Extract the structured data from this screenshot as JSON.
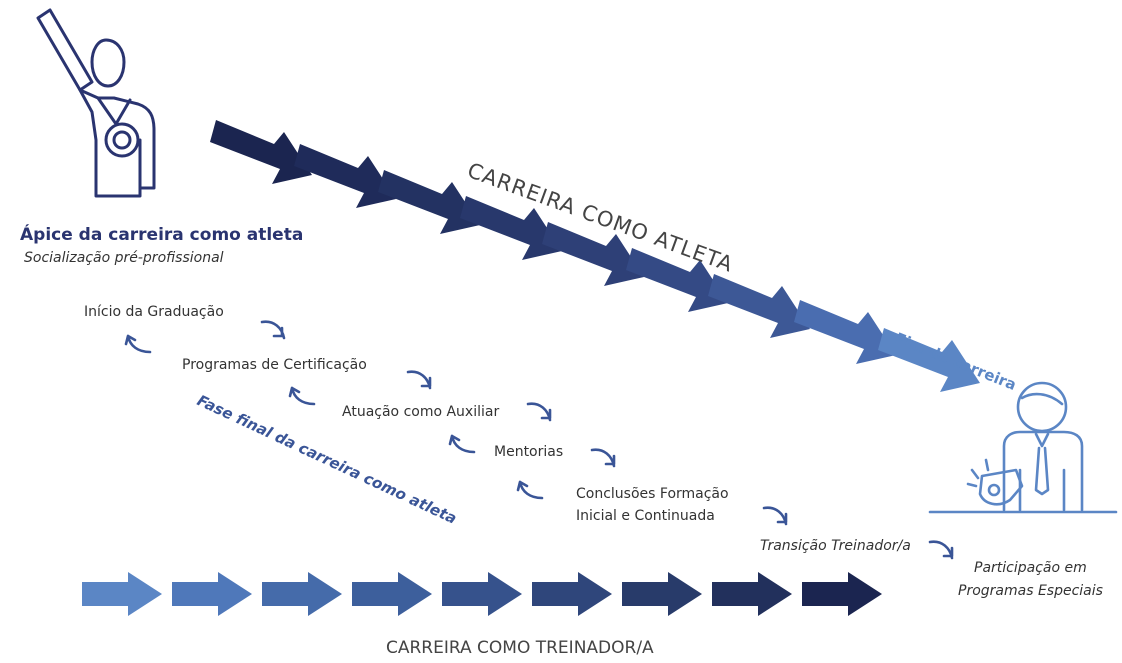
{
  "diagram": {
    "athlete": {
      "peak_title": "Ápice da carreira como atleta",
      "peak_subtitle": "Socialização pré-profissional"
    },
    "career_athlete_label": "CARREIRA COMO ATLETA",
    "career_end_label": "Fim da carreira",
    "final_phase_label": "Fase final da carreira como atleta",
    "coach_career_label": "CARREIRA COMO TREINADOR/A",
    "steps": [
      "Início da Graduação",
      "Programas de Certificação",
      "Atuação como Auxiliar",
      "Mentorias",
      "Conclusões Formação",
      "Inicial e Continuada"
    ],
    "transition_label": "Transição Treinador/a",
    "special_programs_line1": "Participação em",
    "special_programs_line2": "Programas Especiais"
  },
  "colors": {
    "dark_navy": "#1b2550",
    "mid_blue": "#3a5597",
    "light_blue": "#5b86c5",
    "text_gray": "#444444",
    "title_navy": "#2a3470"
  },
  "icons": [
    "athlete-medal-icon",
    "coach-whistle-icon",
    "curved-arrow-icon",
    "chevron-arrow-icon"
  ]
}
